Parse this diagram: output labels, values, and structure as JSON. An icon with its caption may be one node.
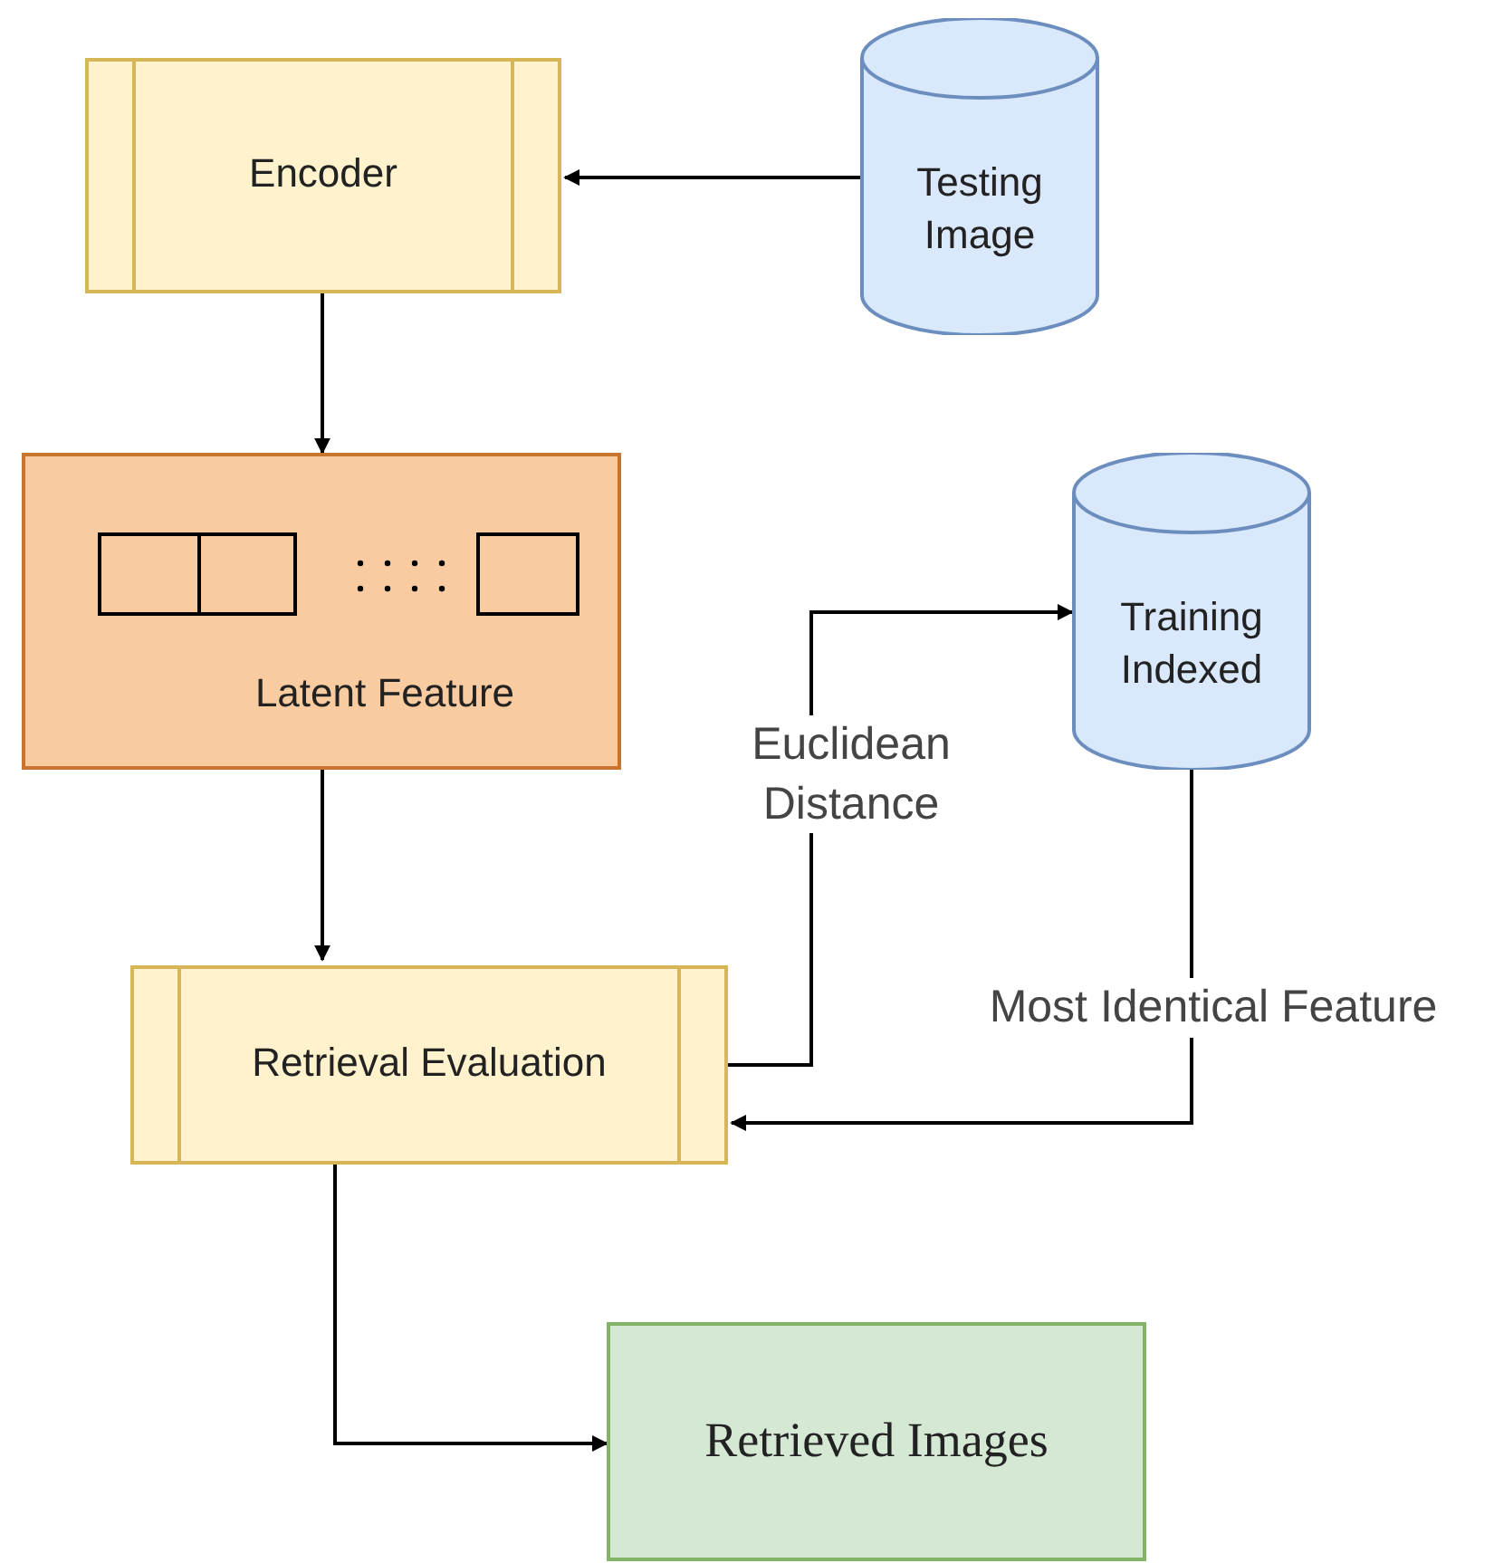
{
  "diagram": {
    "nodes": [
      {
        "text": [
          "Encoder"
        ]
      },
      {
        "text": [
          "Testing Image"
        ]
      },
      {
        "text": [
          "Latent Feature"
        ]
      },
      {
        "text": [
          "Training Indexed"
        ]
      },
      {
        "text": [
          "Retrieval Evaluation"
        ]
      },
      {
        "text": [
          "Retrieved Images"
        ]
      }
    ],
    "edges": [
      {
        "from": 1,
        "to": 0,
        "arrow": "to"
      },
      {
        "from": 0,
        "to": 2,
        "arrow": "to"
      },
      {
        "from": 2,
        "to": 4,
        "arrow": "to"
      },
      {
        "from": 4,
        "to": 3,
        "arrow": "to",
        "label": "Euclidean Distance"
      },
      {
        "from": 3,
        "to": 4,
        "arrow": "to",
        "label": "Most Identical Feature"
      },
      {
        "from": 4,
        "to": 5,
        "arrow": "to"
      }
    ]
  }
}
